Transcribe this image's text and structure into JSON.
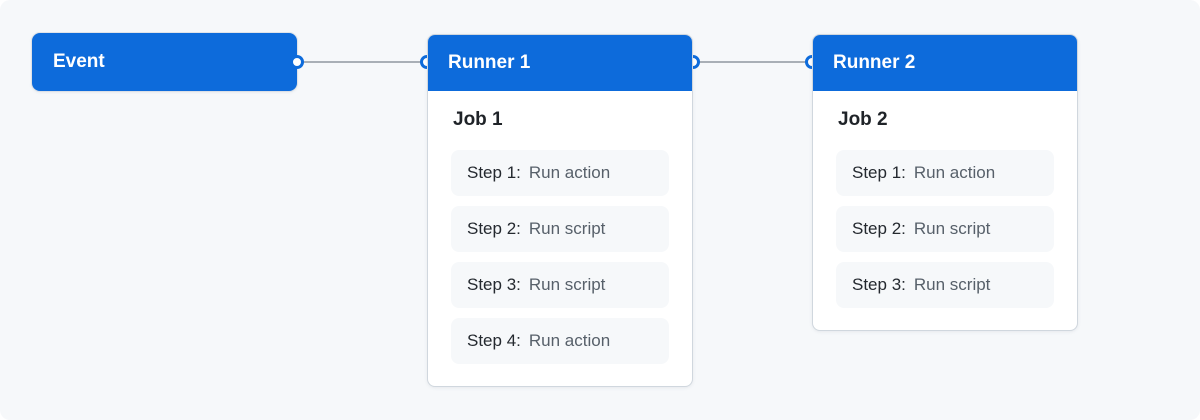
{
  "diagram": {
    "event": {
      "label": "Event"
    },
    "runner1": {
      "title": "Runner 1",
      "job": {
        "title": "Job 1",
        "steps": [
          {
            "label": "Step 1:",
            "value": "Run action"
          },
          {
            "label": "Step 2:",
            "value": "Run script"
          },
          {
            "label": "Step 3:",
            "value": "Run script"
          },
          {
            "label": "Step 4:",
            "value": "Run action"
          }
        ]
      }
    },
    "runner2": {
      "title": "Runner 2",
      "job": {
        "title": "Job 2",
        "steps": [
          {
            "label": "Step 1:",
            "value": "Run action"
          },
          {
            "label": "Step 2:",
            "value": "Run script"
          },
          {
            "label": "Step 3:",
            "value": "Run script"
          }
        ]
      }
    }
  },
  "colors": {
    "background": "#f6f8fa",
    "accent_blue": "#0d6bdb",
    "card_background": "#ffffff",
    "card_border": "#d0d7de",
    "step_background": "#f6f8fa",
    "header_text": "#ffffff",
    "job_title_text": "#1f2328",
    "step_label_text": "#24292f",
    "step_value_text": "#57606a",
    "connector_line": "#a9afb6"
  }
}
